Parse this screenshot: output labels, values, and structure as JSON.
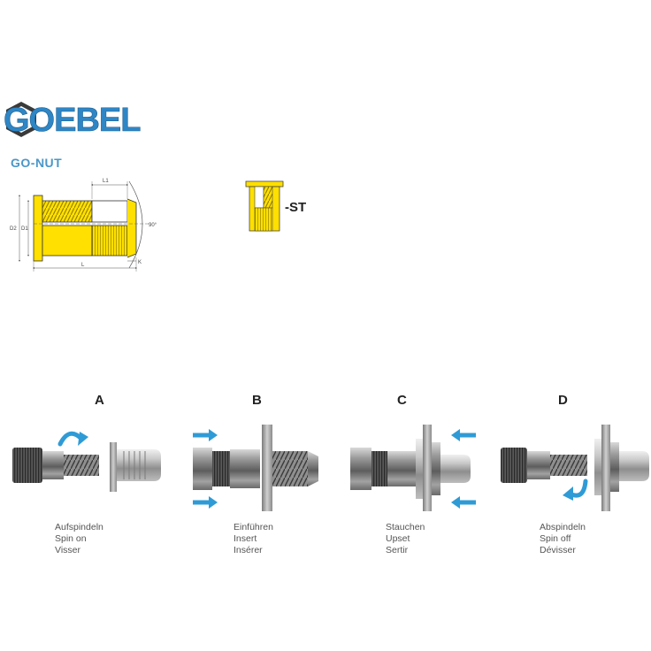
{
  "brand": {
    "logo_text": "GOEBEL",
    "product": "GO-NUT"
  },
  "dimension_labels": {
    "l1": "L1",
    "d2": "D2",
    "d1": "D1",
    "angle": "90°",
    "l": "L",
    "k": "K"
  },
  "variant": {
    "label": "-ST"
  },
  "steps": [
    {
      "letter": "A",
      "lines": [
        "Aufspindeln",
        "Spin on",
        "Visser"
      ]
    },
    {
      "letter": "B",
      "lines": [
        "Einführen",
        "Insert",
        "Insérer"
      ]
    },
    {
      "letter": "C",
      "lines": [
        "Stauchen",
        "Upset",
        "Sertir"
      ]
    },
    {
      "letter": "D",
      "lines": [
        "Abspindeln",
        "Spin off",
        "Dévisser"
      ]
    }
  ],
  "colors": {
    "brand_blue": "#2f86c5",
    "brass": "#ffe000",
    "arrow_blue": "#2f9bd6",
    "steel": "#a8a8a8"
  }
}
